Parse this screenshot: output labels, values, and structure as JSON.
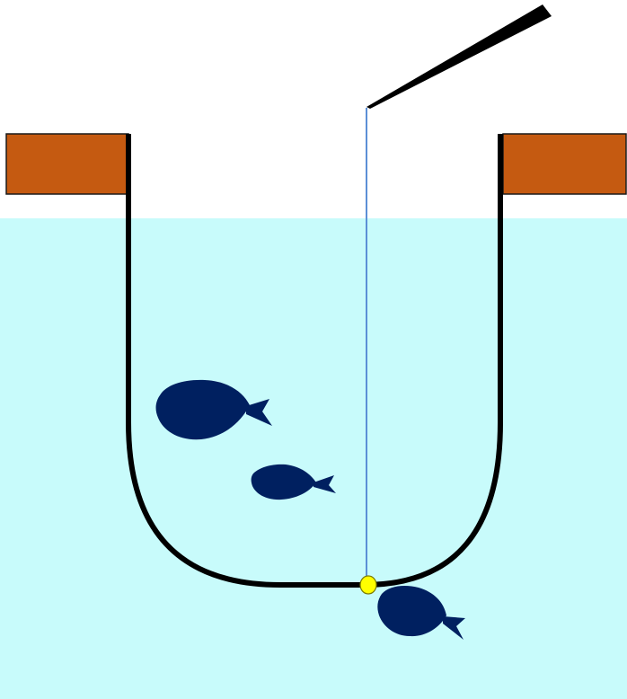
{
  "colors": {
    "background": "#ffffff",
    "water": "#c8fbfb",
    "bank": "#c55a11",
    "bank_outline": "#1a1a1a",
    "net_frame": "#000000",
    "fishing_line": "#5b8fd6",
    "rod": "#000000",
    "float": "#ffff00",
    "float_outline": "#7a7a00",
    "fish": "#002060"
  },
  "objects": {
    "banks": [
      "left-bank",
      "right-bank"
    ],
    "net": "u-shaped-net-frame",
    "rod": "fishing-rod",
    "line": "fishing-line",
    "float": "fishing-float",
    "fish_count": 3
  }
}
